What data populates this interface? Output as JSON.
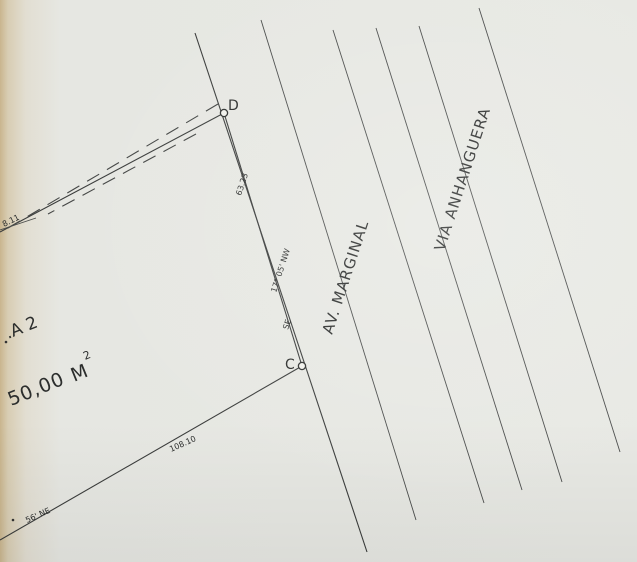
{
  "points": {
    "c": "C",
    "d": "D"
  },
  "streets": {
    "av_marginal": "AV.  MARGINAL",
    "via_anhanguera": "VIA  ANHANGUERA"
  },
  "measures": {
    "cd_bearing_se": "SE",
    "cd_bearing_angle": "17° 05' NW",
    "cd_length": "63.23",
    "c_side_length": "108.10",
    "bottom_bearing": "56' NE",
    "top_left_fragment": "8.11"
  },
  "lot": {
    "label_fragment": ".A 2",
    "area_value": "50,00",
    "area_unit": "M",
    "area_exponent": "2"
  }
}
